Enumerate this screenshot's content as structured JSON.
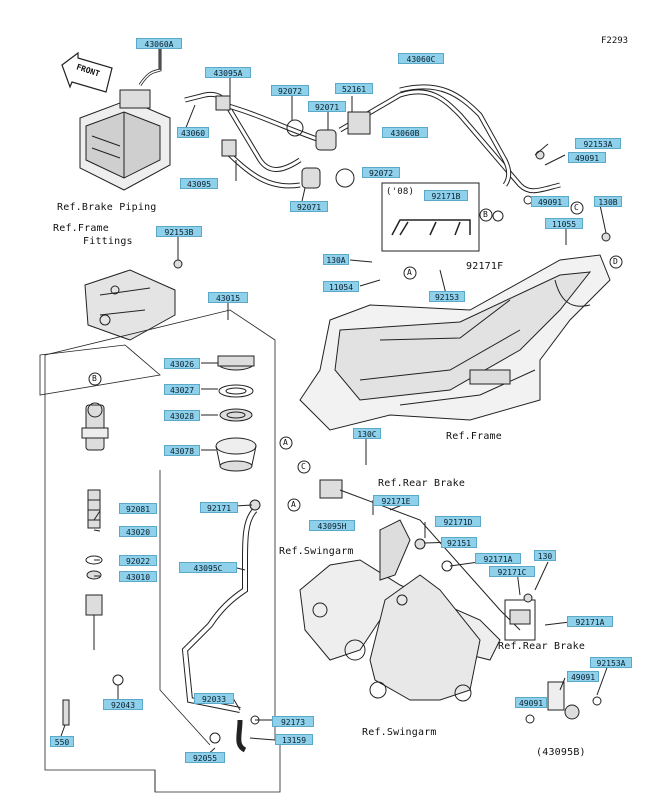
{
  "diagram": {
    "code": "F2293",
    "front_label": "FRONT",
    "part_numbers": [
      "43060A",
      "43095A",
      "92072",
      "52161",
      "43060C",
      "92071",
      "43060",
      "43060B",
      "92153A",
      "49091",
      "92072",
      "43095",
      "92071",
      "49091",
      "130B",
      "92171B",
      "11055",
      "92153B",
      "130A",
      "92171F",
      "11054",
      "92153",
      "43015",
      "43026",
      "43027",
      "43028",
      "130C",
      "43078",
      "92081",
      "43020",
      "92022",
      "43010",
      "92171",
      "43095H",
      "92171E",
      "92171D",
      "92151",
      "43095C",
      "92171A",
      "130",
      "92171C",
      "92171A",
      "92043",
      "92033",
      "92173",
      "13159",
      "92055",
      "550",
      "92153A",
      "49091",
      "49091"
    ],
    "reference_labels": {
      "brake_piping": "Ref.Brake Piping",
      "frame_fittings_1": "Ref.Frame",
      "frame_fittings_2": "Fittings",
      "frame": "Ref.Frame",
      "rear_brake_1": "Ref.Rear Brake",
      "swingarm_1": "Ref.Swingarm",
      "rear_brake_2": "Ref.Rear Brake",
      "swingarm_2": "Ref.Swingarm",
      "year_note": "('08)",
      "part_92171F": "92171F",
      "part_43095B": "(43095B)"
    },
    "callout_letters": [
      "A",
      "B",
      "C",
      "D",
      "B",
      "A",
      "C",
      "A"
    ]
  }
}
